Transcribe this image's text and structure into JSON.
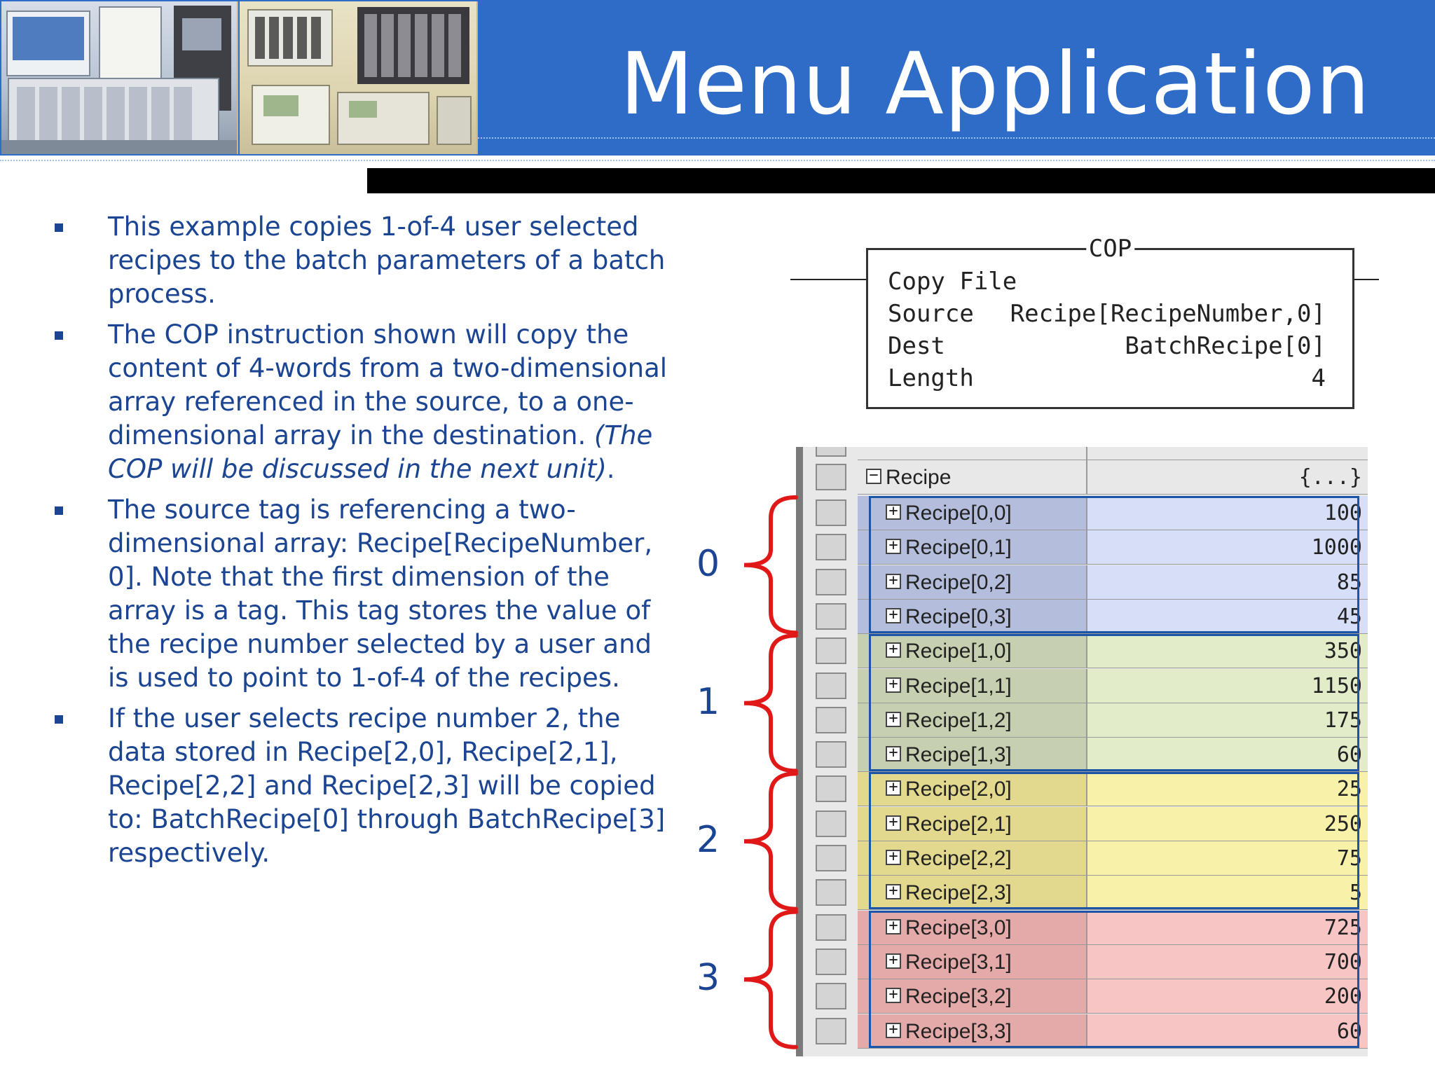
{
  "header": {
    "title": "Menu Application"
  },
  "bullets": [
    {
      "parts": [
        {
          "text": "This example copies 1-of-4 user selected recipes to the batch parameters of a batch process.",
          "italic": false
        }
      ]
    },
    {
      "parts": [
        {
          "text": "The COP instruction shown will copy the content of 4-words from a two-dimensional array referenced in the source, to a one-dimensional array in the destination. ",
          "italic": false
        },
        {
          "text": "(The COP will be discussed in the next unit)",
          "italic": true
        },
        {
          "text": ".",
          "italic": false
        }
      ]
    },
    {
      "parts": [
        {
          "text": "The source tag is referencing a two-dimensional array: Recipe[RecipeNumber, 0]. Note that the first dimension of the array is a tag. This tag stores the value of the recipe number selected by a user and is used to point to 1-of-4 of the recipes.",
          "italic": false
        }
      ]
    },
    {
      "parts": [
        {
          "text": "If the user selects recipe number 2, the data stored in Recipe[2,0], Recipe[2,1], Recipe[2,2] and Recipe[2,3] will be copied to: BatchRecipe[0] through BatchRecipe[3] respectively.",
          "italic": false
        }
      ]
    }
  ],
  "cop": {
    "title": "COP",
    "rows": [
      {
        "label": "Copy File",
        "value": ""
      },
      {
        "label": "Source",
        "value": "Recipe[RecipeNumber,0]"
      },
      {
        "label": "Dest",
        "value": "BatchRecipe[0]"
      },
      {
        "label": "Length",
        "value": "4"
      }
    ]
  },
  "tag_table": {
    "parent": {
      "name": "Recipe",
      "value": "{...}"
    },
    "groups": [
      {
        "label": "0",
        "color": "#d6def8",
        "name_color": "#b4bedc",
        "rows": [
          {
            "name": "Recipe[0,0]",
            "value": "100"
          },
          {
            "name": "Recipe[0,1]",
            "value": "1000"
          },
          {
            "name": "Recipe[0,2]",
            "value": "85"
          },
          {
            "name": "Recipe[0,3]",
            "value": "45"
          }
        ]
      },
      {
        "label": "1",
        "color": "#e3ecc9",
        "name_color": "#c6d0b0",
        "rows": [
          {
            "name": "Recipe[1,0]",
            "value": "350"
          },
          {
            "name": "Recipe[1,1]",
            "value": "1150"
          },
          {
            "name": "Recipe[1,2]",
            "value": "175"
          },
          {
            "name": "Recipe[1,3]",
            "value": "60"
          }
        ]
      },
      {
        "label": "2",
        "color": "#f8f1aa",
        "name_color": "#e2d98f",
        "rows": [
          {
            "name": "Recipe[2,0]",
            "value": "25"
          },
          {
            "name": "Recipe[2,1]",
            "value": "250"
          },
          {
            "name": "Recipe[2,2]",
            "value": "75"
          },
          {
            "name": "Recipe[2,3]",
            "value": "5"
          }
        ]
      },
      {
        "label": "3",
        "color": "#f8c5c5",
        "name_color": "#e4a9a9",
        "rows": [
          {
            "name": "Recipe[3,0]",
            "value": "725"
          },
          {
            "name": "Recipe[3,1]",
            "value": "700"
          },
          {
            "name": "Recipe[3,2]",
            "value": "200"
          },
          {
            "name": "Recipe[3,3]",
            "value": "60"
          }
        ]
      }
    ]
  },
  "colors": {
    "header_blue": "#2f6cc8",
    "bullet_text": "#1b4592",
    "brace_red": "#e01818",
    "group_frame": "#1c54a8"
  }
}
